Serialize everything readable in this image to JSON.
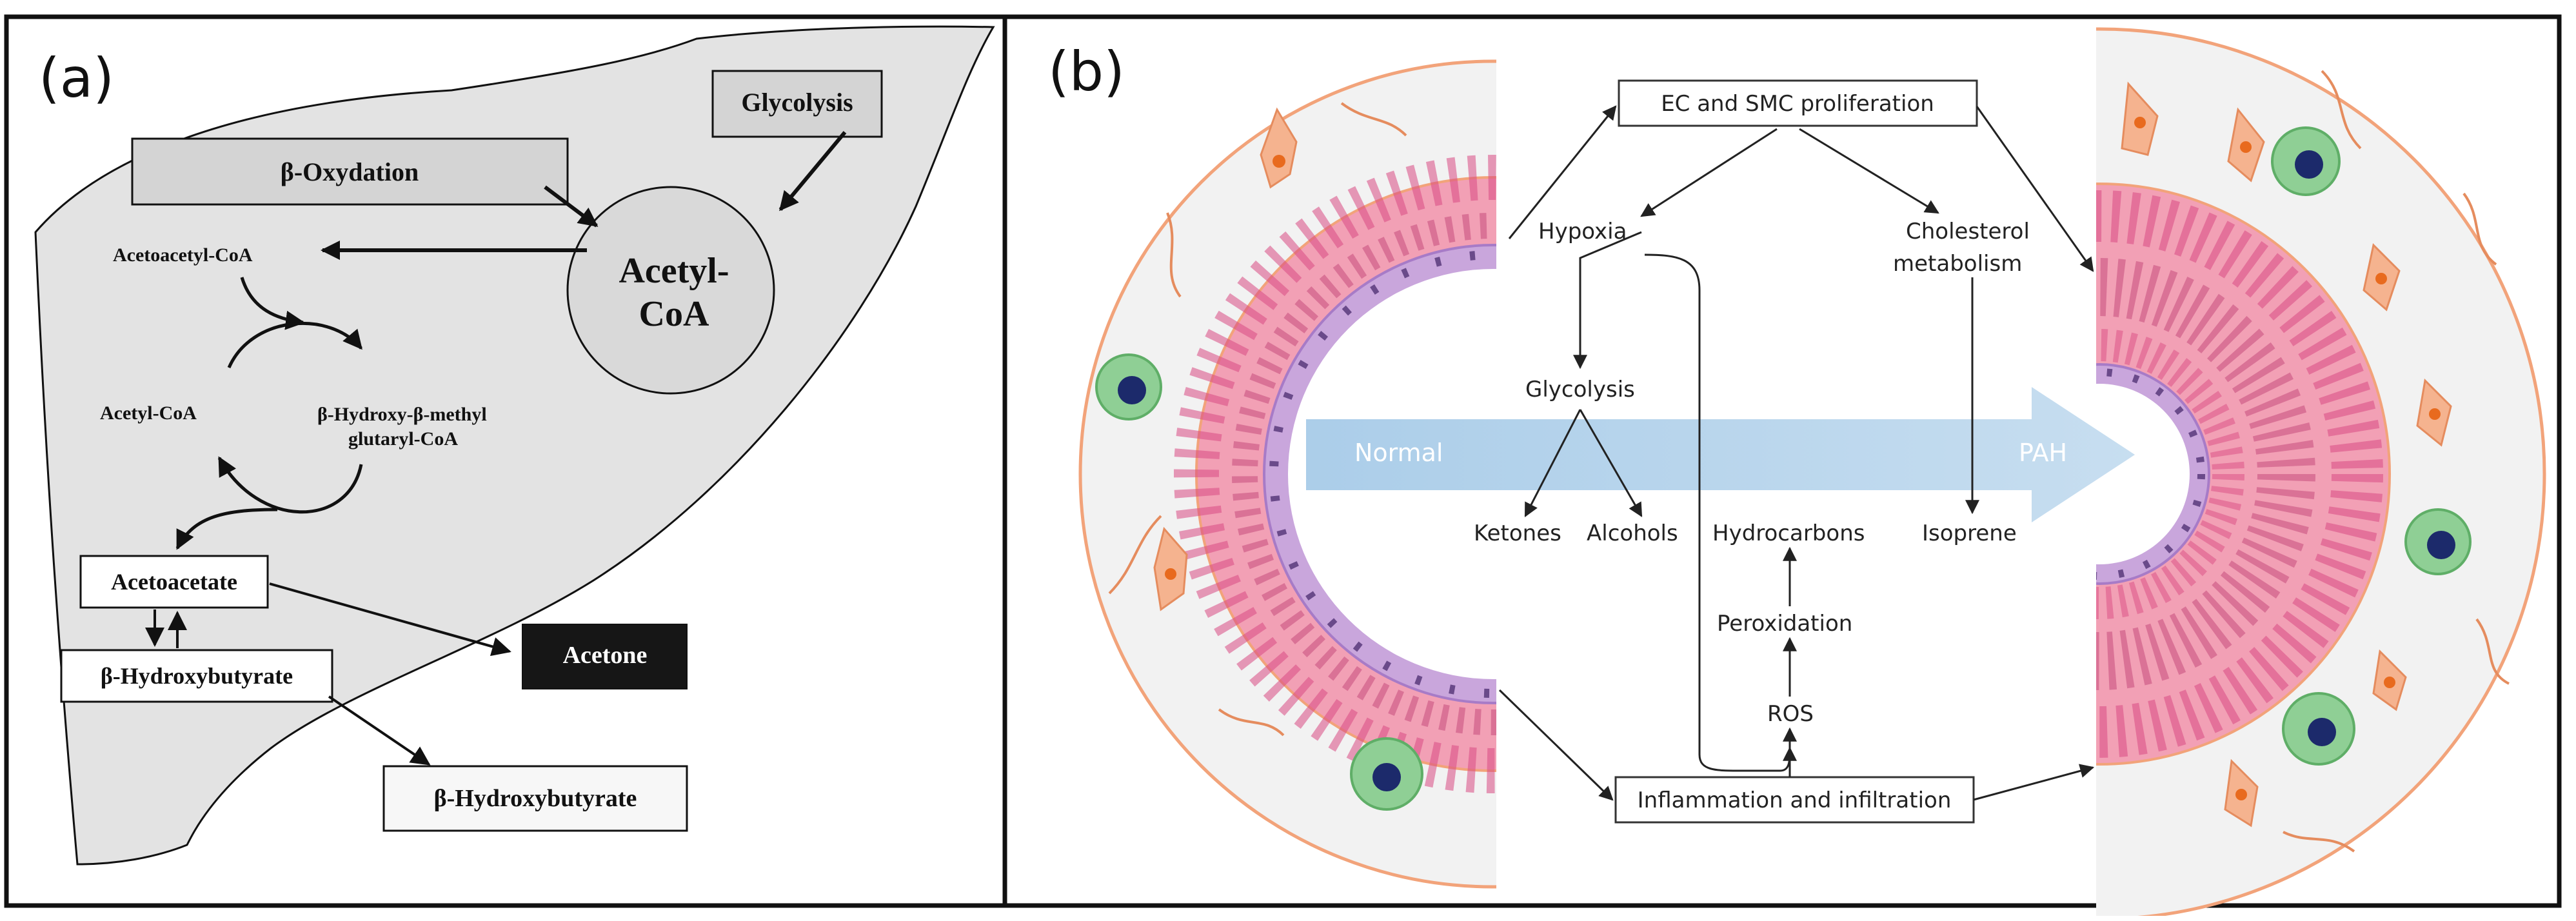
{
  "panel_a": {
    "label": "(a)",
    "beta_oxidation": "β-Oxydation",
    "glycolysis": "Glycolysis",
    "acetyl_coa_big_line1": "Acetyl-",
    "acetyl_coa_big_line2": "CoA",
    "acetoacetyl_coa": "Acetoacetyl-CoA",
    "acetyl_coa_small": "Acetyl-CoA",
    "hmg_line1": "β-Hydroxy-β-methyl",
    "hmg_line2": "glutaryl-CoA",
    "acetoacetate": "Acetoacetate",
    "b_hydroxybutyrate_liver": "β-Hydroxybutyrate",
    "acetone": "Acetone",
    "b_hydroxybutyrate_out": "β-Hydroxybutyrate"
  },
  "panel_b": {
    "label": "(b)",
    "ec_smc": "EC and SMC proliferation",
    "hypoxia": "Hypoxia",
    "cholesterol_line1": "Cholesterol",
    "cholesterol_line2": "metabolism",
    "glycolysis": "Glycolysis",
    "normal": "Normal",
    "pah": "PAH",
    "ketones": "Ketones",
    "alcohols": "Alcohols",
    "hydrocarbons": "Hydrocarbons",
    "isoprene": "Isoprene",
    "peroxidation": "Peroxidation",
    "ros": "ROS",
    "inflammation": "Inflammation and infiltration"
  },
  "colors": {
    "liver_fill": "#e3e3e3",
    "box_fill": "#d4d4d4",
    "acetone_fill": "#161616",
    "adventitia": "#f2f2f2",
    "adventitia_border": "#f2a37a",
    "media": "#f2a0b5",
    "intima": "#c9a6dc",
    "arrow_band": "#a9cce8"
  }
}
